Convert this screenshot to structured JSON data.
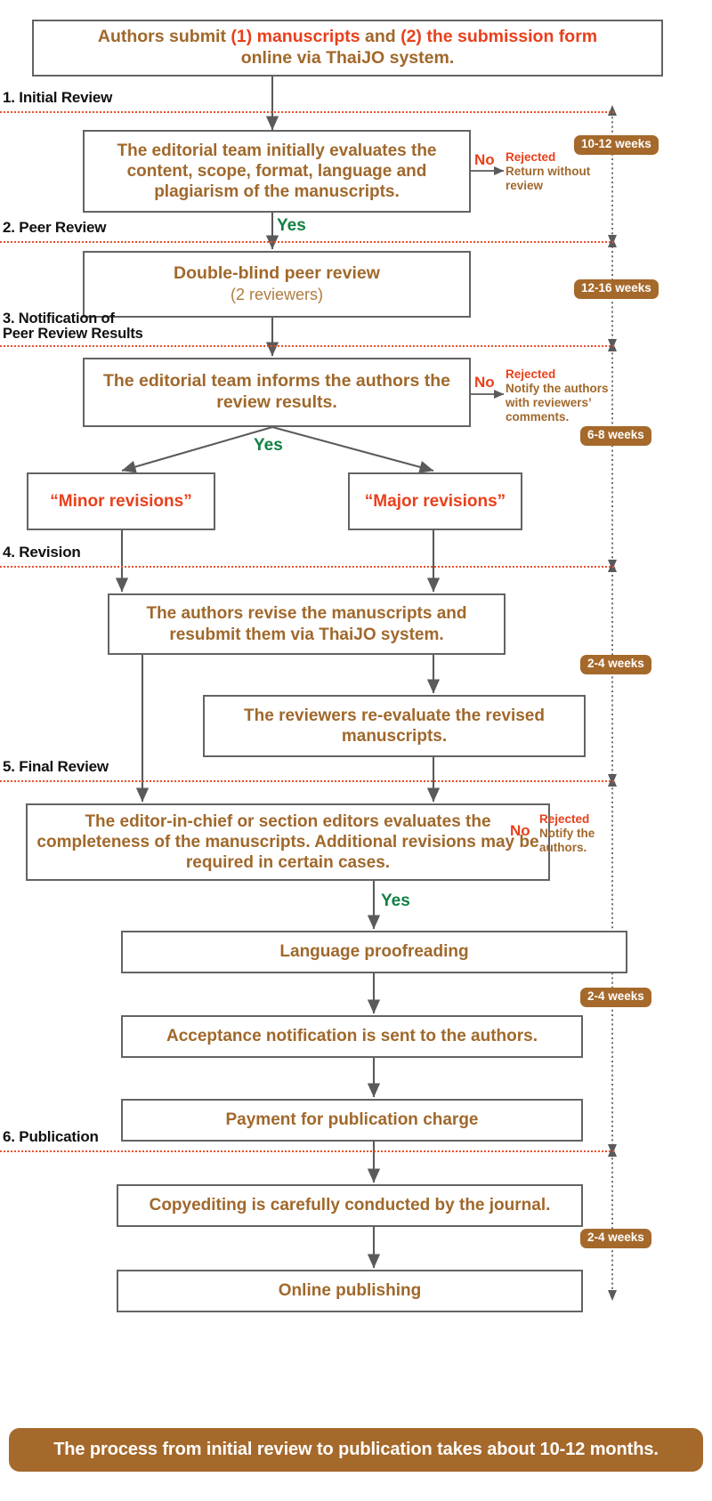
{
  "colors": {
    "brown_text": "#A0682B",
    "brown_fill": "#A5692B",
    "red_accent": "#E8401B",
    "green_yes": "#108043",
    "box_border": "#636363",
    "divider": "#E8502A",
    "arrow": "#5A5A5A"
  },
  "sections": [
    {
      "id": "initial-review",
      "label": "1. Initial Review"
    },
    {
      "id": "peer-review",
      "label": "2. Peer Review"
    },
    {
      "id": "notification",
      "label": "3. Notification of\n    Peer Review Results"
    },
    {
      "id": "revision",
      "label": "4. Revision"
    },
    {
      "id": "final-review",
      "label": "5. Final Review"
    },
    {
      "id": "publication",
      "label": "6. Publication"
    }
  ],
  "boxes": {
    "submit": {
      "line1_a": "Authors submit ",
      "line1_b": "(1) manuscripts",
      "line1_c": " and ",
      "line1_d": "(2) the submission form",
      "line2": "online via ThaiJO system."
    },
    "initial_eval": "The editorial team initially evaluates the content, scope, format, language and plagiarism of the manuscripts.",
    "peer_review_main": "Double-blind peer review",
    "peer_review_sub": "(2 reviewers)",
    "inform_authors": "The editorial team informs the authors the review results.",
    "minor": "“Minor revisions”",
    "major": "“Major revisions”",
    "authors_revise": "The authors revise the manuscripts and resubmit them via ThaiJO system.",
    "reviewers_reeval": "The reviewers re-evaluate the revised manuscripts.",
    "final_eval": "The editor-in-chief or section editors evaluates the completeness of the manuscripts.  Additional revisions may be required in certain cases.",
    "proofreading": "Language proofreading",
    "acceptance": "Acceptance notification is sent to the authors.",
    "payment": "Payment for publication charge",
    "copyediting": "Copyediting is carefully conducted by the journal.",
    "online_publishing": "Online publishing"
  },
  "edge_labels": {
    "yes_1": "Yes",
    "yes_2": "Yes",
    "yes_3": "Yes",
    "no_1": "No",
    "no_2": "No",
    "no_3": "No"
  },
  "reject_notes": {
    "initial": {
      "heading": "Rejected",
      "body": "Return without review"
    },
    "peer": {
      "heading": "Rejected",
      "body": "Notify the authors with reviewers’ comments."
    },
    "final": {
      "heading": "Rejected",
      "body": "Notify the authors."
    }
  },
  "duration_badges": [
    {
      "id": "badge-initial-review",
      "text": "10-12 weeks"
    },
    {
      "id": "badge-peer-review",
      "text": "12-16 weeks"
    },
    {
      "id": "badge-notification",
      "text": "6-8 weeks"
    },
    {
      "id": "badge-revision",
      "text": "2-4 weeks"
    },
    {
      "id": "badge-final-review",
      "text": "2-4 weeks"
    },
    {
      "id": "badge-publication",
      "text": "2-4 weeks"
    }
  ],
  "footer": {
    "summary": "The process from initial review to publication takes about 10-12 months."
  }
}
